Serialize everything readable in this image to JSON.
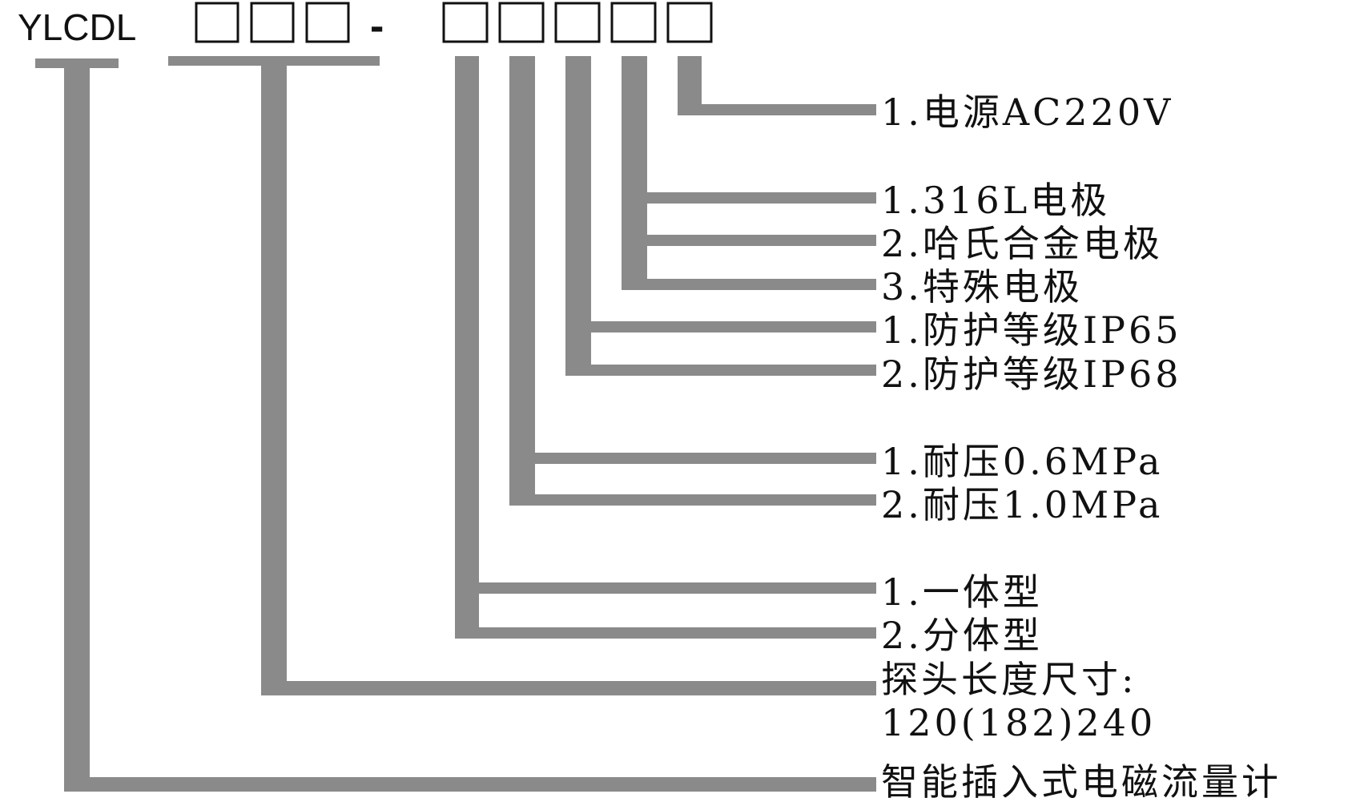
{
  "model": {
    "prefix": "YLCDL",
    "separator": "-",
    "group1_box_count": 3,
    "group2_box_count": 5
  },
  "line_color": "#8a8a8a",
  "options": {
    "power": [
      "1.电源AC220V"
    ],
    "electrode": [
      "1.316L电极",
      "2.哈氏合金电极",
      "3.特殊电极"
    ],
    "protection": [
      "1.防护等级IP65",
      "2.防护等级IP68"
    ],
    "pressure": [
      "1.耐压0.6MPa",
      "2.耐压1.0MPa"
    ],
    "structure": [
      "1.一体型",
      "2.分体型"
    ],
    "probe_length": [
      "探头长度尺寸:",
      "120(182)240"
    ],
    "product": [
      "智能插入式电磁流量计"
    ]
  }
}
